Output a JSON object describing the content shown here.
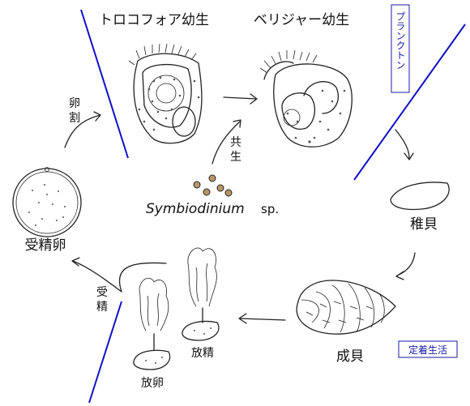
{
  "labels": {
    "trochophore": "トロコフォア幼生",
    "veliger": "ベリジャー幼生",
    "plankton": "プランクトン",
    "cleavage": "卵割",
    "symbiosis": "共生",
    "symbiont_genus": "Symbiodinium",
    "symbiont_sp": "sp.",
    "fertilized_egg": "受精卵",
    "fertilization": "受精",
    "juvenile": "稚貝",
    "sessile_life": "定着生活",
    "adult": "成貝",
    "sperm_release": "放精",
    "egg_release": "放卵"
  },
  "colors": {
    "boundary_line": "#1010c8",
    "box_text": "#1a1aa8",
    "ink": "#222222"
  }
}
